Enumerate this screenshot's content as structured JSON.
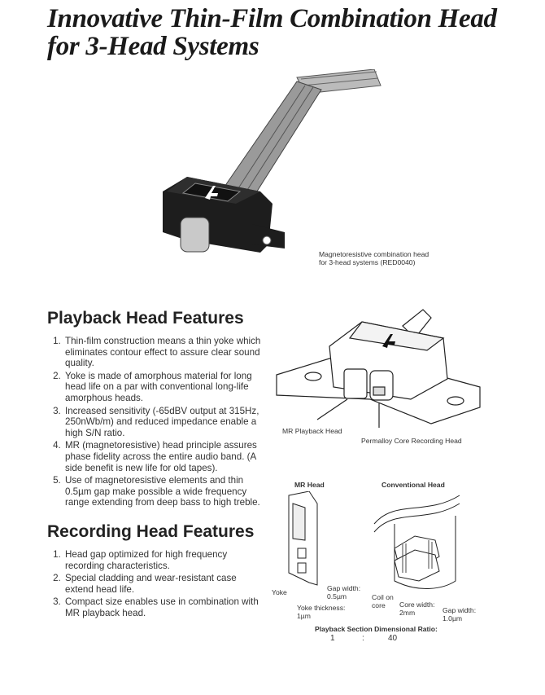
{
  "title_line1": "Innovative Thin-Film Combination Head",
  "title_line2": "for 3-Head Systems",
  "photo_caption_line1": "Magnetoresistive combination head",
  "photo_caption_line2": "for 3-head systems (RED0040)",
  "playback": {
    "heading": "Playback Head Features",
    "items": [
      "Thin-film construction means a thin yoke which eliminates contour effect to assure clear sound quality.",
      "Yoke is made of amorphous material for long head life on a par with conventional long-life amorphous heads.",
      "Increased sensitivity (-65dBV output at 315Hz, 250nWb/m) and reduced impedance enable a high S/N ratio.",
      "MR (magnetoresistive) head principle assures phase fidelity across the entire audio band. (A side benefit is new life for old tapes).",
      "Use of magnetoresistive elements and thin 0.5µm gap make possible a wide frequency range extending from deep bass to high treble."
    ]
  },
  "recording": {
    "heading": "Recording Head Features",
    "items": [
      "Head gap optimized for high frequency recording characteristics.",
      "Special cladding and wear-resistant case extend head life.",
      "Compact size enables use in combination with MR playback head."
    ]
  },
  "diagram1": {
    "mr_label": "MR Playback Head",
    "permalloy_label": "Permalloy Core Recording Head"
  },
  "diagram2": {
    "mr_head": "MR Head",
    "conventional_head": "Conventional Head",
    "yoke": "Yoke",
    "gap_width_mr_1": "Gap width:",
    "gap_width_mr_2": "0.5µm",
    "yoke_thickness_1": "Yoke thickness:",
    "yoke_thickness_2": "1µm",
    "coil_1": "Coil on",
    "coil_2": "core",
    "core_width_1": "Core width:",
    "core_width_2": "2mm",
    "gap_width_conv_1": "Gap width:",
    "gap_width_conv_2": "1.0µm",
    "ratio_title": "Playback Section Dimensional Ratio:",
    "ratio_left": "1",
    "ratio_sep": ":",
    "ratio_right": "40"
  }
}
